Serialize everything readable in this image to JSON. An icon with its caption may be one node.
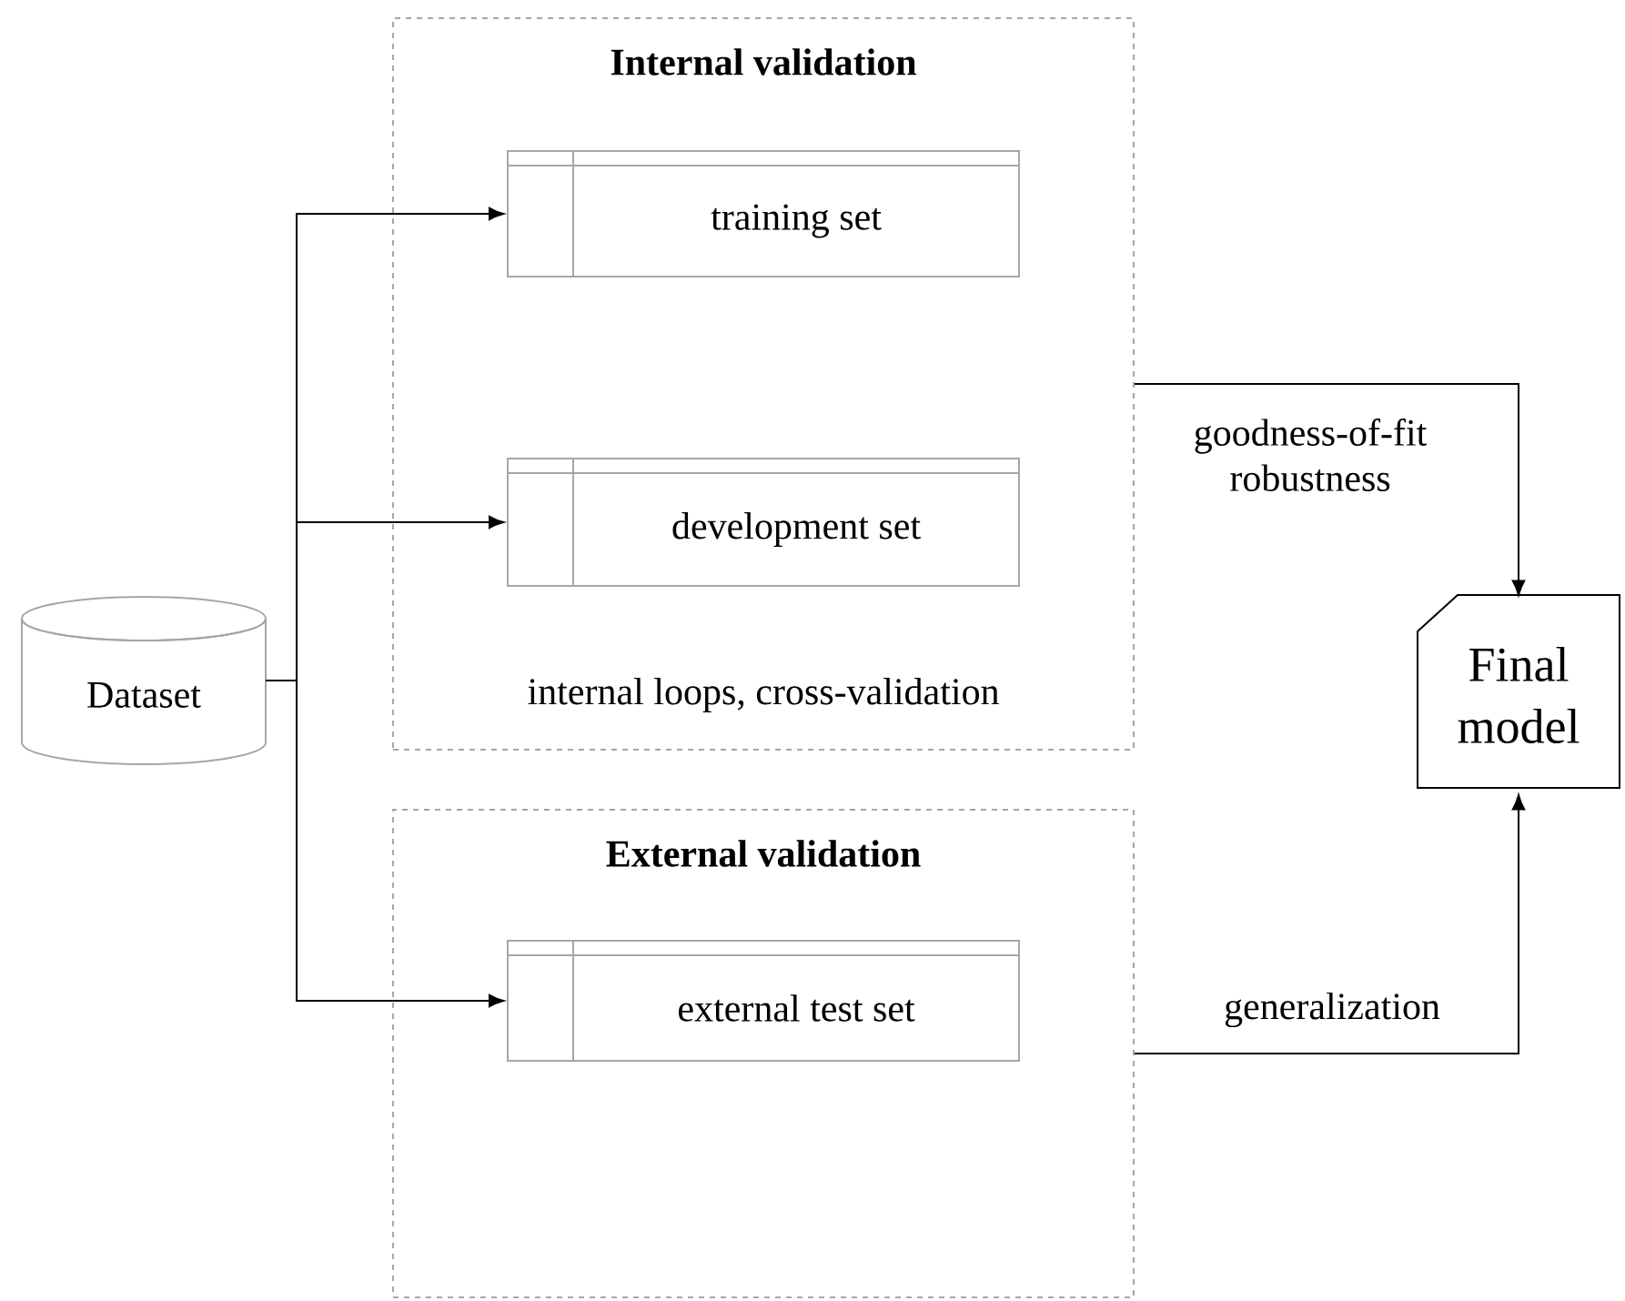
{
  "diagram": {
    "nodes": [
      {
        "text": [
          "Internal validation",
          "internal loops, cross-validation"
        ]
      },
      {
        "text": [
          "training set"
        ],
        "in": 0
      },
      {
        "text": [
          "development set"
        ],
        "in": 0
      },
      {
        "text": [
          "External validation"
        ]
      },
      {
        "text": [
          "external test set"
        ],
        "in": 3
      },
      {
        "text": [
          "Dataset"
        ]
      },
      {
        "text": [
          "Final model"
        ]
      }
    ],
    "edges": [
      {
        "from": 5,
        "to": 1,
        "arrow": "to"
      },
      {
        "from": 5,
        "to": 2,
        "arrow": "to"
      },
      {
        "from": 5,
        "to": 4,
        "arrow": "to"
      },
      {
        "from": 0,
        "to": 6,
        "arrow": "to",
        "label": "goodness-of-fit robustness"
      },
      {
        "from": 3,
        "to": 6,
        "arrow": "to",
        "label": "generalization"
      }
    ]
  }
}
